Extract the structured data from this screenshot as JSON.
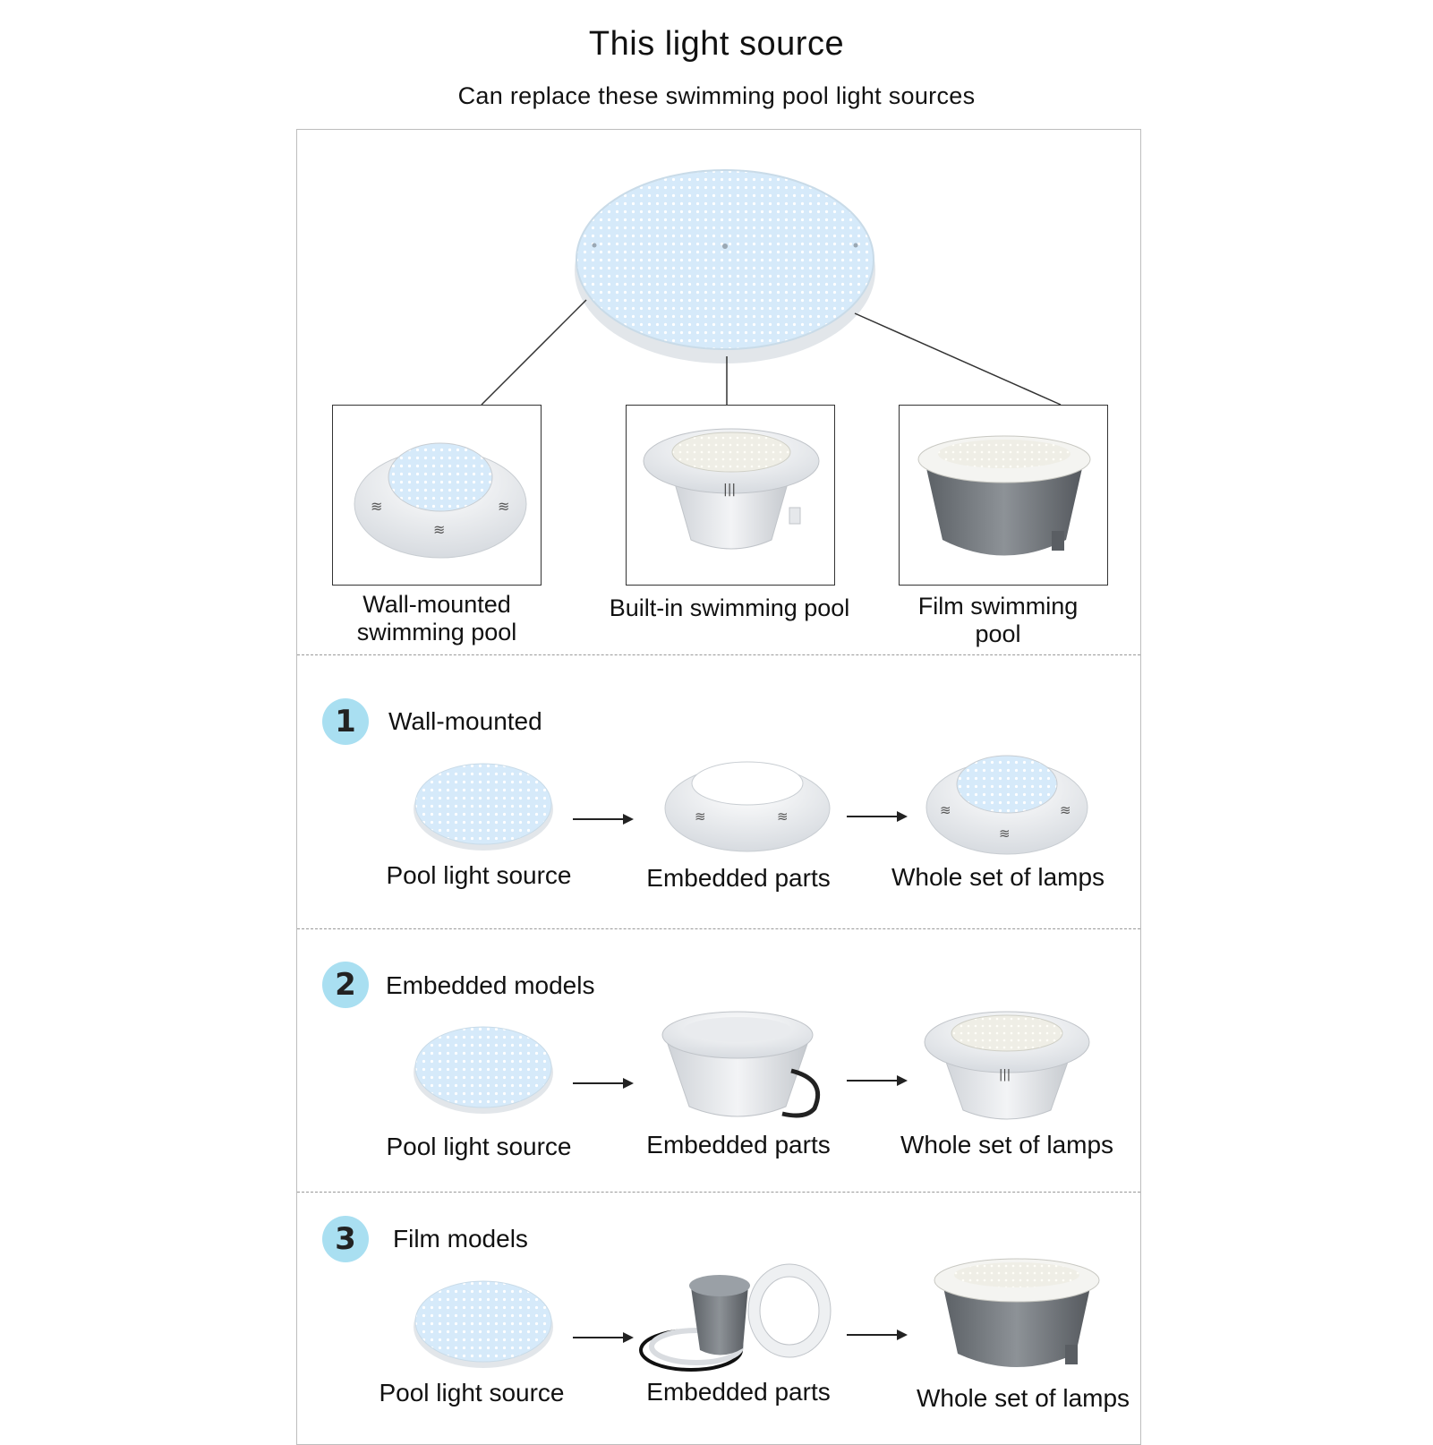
{
  "header": {
    "title": "This light source",
    "subtitle": "Can replace these swimming pool light sources"
  },
  "overview": {
    "items": [
      {
        "label": "Wall-mounted swimming pool",
        "line1": "Wall-mounted",
        "line2": "swimming pool"
      },
      {
        "label": "Built-in swimming pool"
      },
      {
        "label": "Film swimming pool",
        "line1": "Film swimming",
        "line2": "pool"
      }
    ]
  },
  "sections": [
    {
      "number": "1",
      "title": "Wall-mounted",
      "items": [
        "Pool light source",
        "Embedded parts",
        "Whole set of lamps"
      ]
    },
    {
      "number": "2",
      "title": "Embedded models",
      "items": [
        "Pool light source",
        "Embedded parts",
        "Whole set of lamps"
      ]
    },
    {
      "number": "3",
      "title": "Film models",
      "items": [
        "Pool light source",
        "Embedded parts",
        "Whole set of lamps"
      ]
    }
  ],
  "colors": {
    "badge": "#a9dff1",
    "lamp_face": "#d9ecfa",
    "lamp_body": "#eef0f3",
    "pot_gray": "#6f7378"
  }
}
